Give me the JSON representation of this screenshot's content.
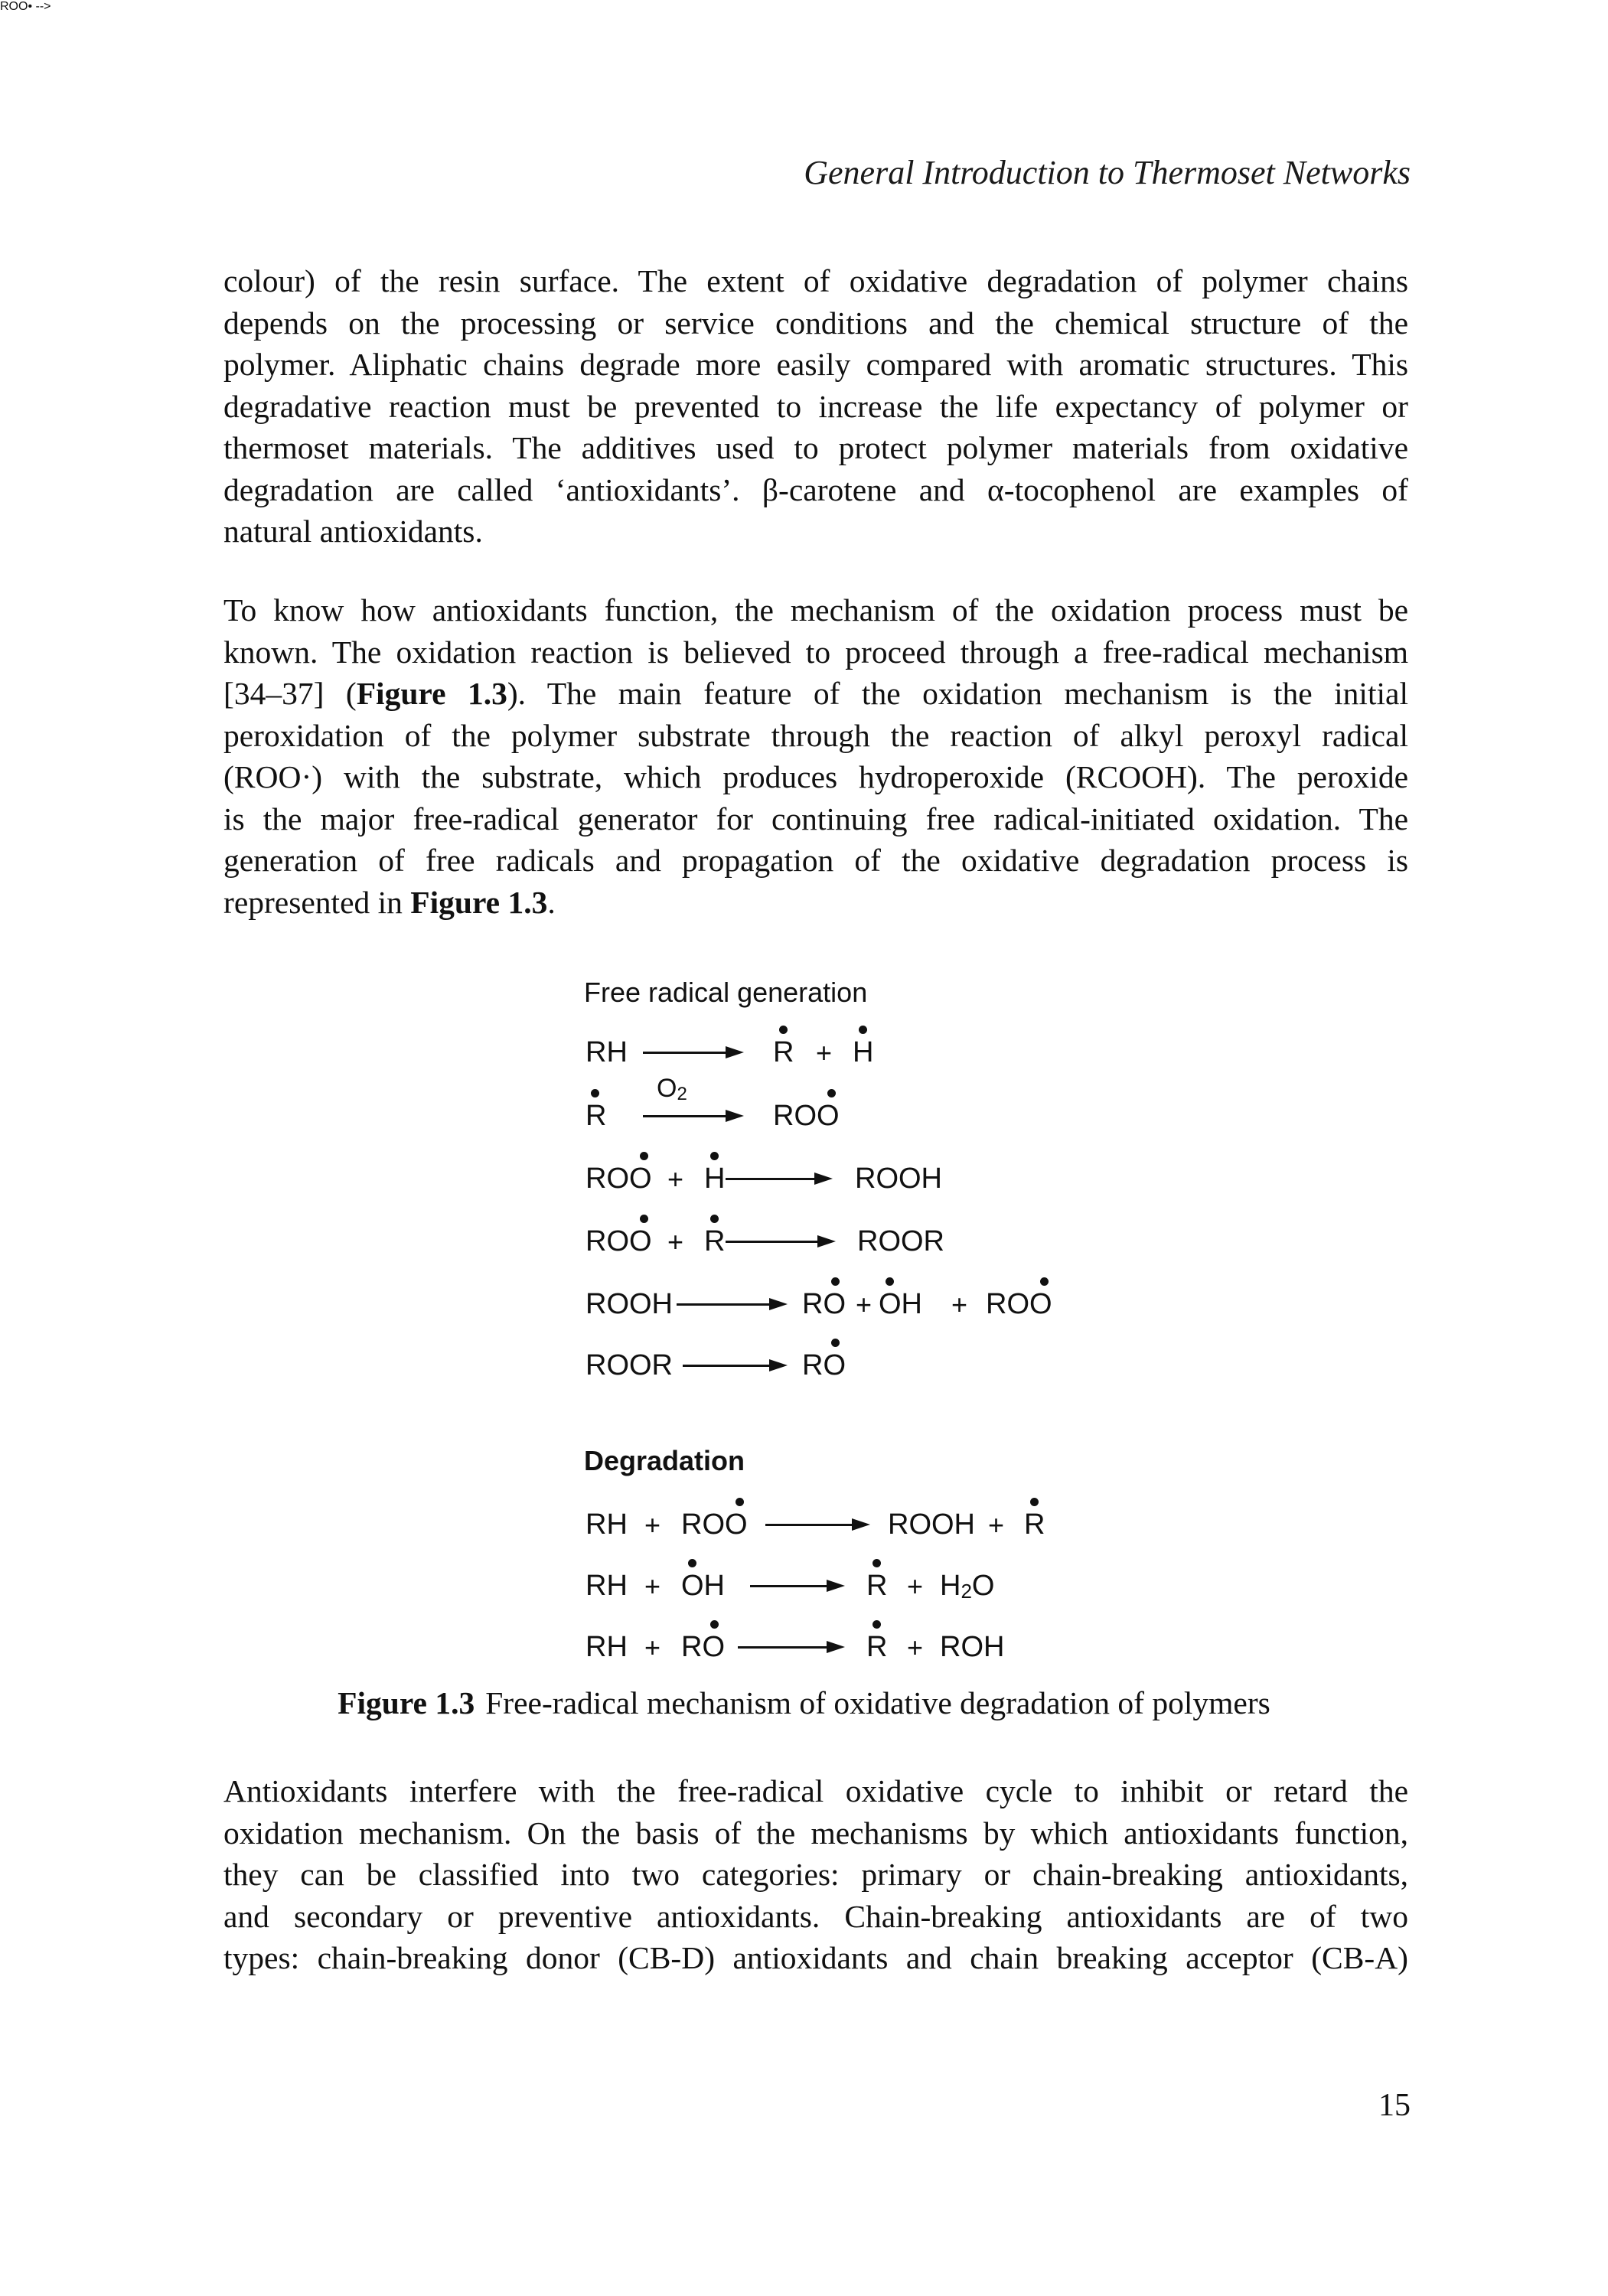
{
  "running_head": "General Introduction to Thermoset Networks",
  "paragraph_1": [
    "colour) of the resin surface. The extent of oxidative degradation of polymer chains",
    "depends on the processing or service conditions and the chemical structure of the",
    "polymer. Aliphatic chains degrade more easily compared with aromatic structures. This",
    "degradative reaction must be prevented to increase the life expectancy of polymer or",
    "thermoset materials. The additives used to protect polymer materials from oxidative",
    "degradation are called ‘antioxidants’. β-carotene and α-tocophenol are examples of",
    "natural antioxidants."
  ],
  "paragraph_2": {
    "l1": "To know how antioxidants function, the mechanism of the oxidation process must be",
    "l2": "known. The oxidation reaction is believed to proceed through a free-radical mechanism",
    "l3_before": "[34–37] (",
    "l3_ref": "Figure 1.3",
    "l3_after": "). The main feature of the oxidation mechanism is the initial",
    "l4": "peroxidation of the polymer substrate through the reaction of alkyl peroxyl radical",
    "l5": "(ROO·) with the substrate, which produces hydroperoxide (RCOOH). The peroxide",
    "l6": "is the major free-radical generator for continuing free radical-initiated oxidation. The",
    "l7": "generation of free radicals and propagation of the oxidative degradation process is",
    "l8_before": "represented in ",
    "l8_ref": "Figure 1.3",
    "l8_after": "."
  },
  "scheme": {
    "section_1_title": "Free radical generation",
    "section_2_title": "Degradation",
    "t": {
      "RH": "RH",
      "R": "R",
      "H": "H",
      "ROO": "ROO",
      "ROOH": "ROOH",
      "ROOR": "ROOR",
      "RO": "RO",
      "OH": "OH",
      "ROH": "ROH",
      "H2O_H": "H",
      "H2O_2": "2",
      "H2O_O": "O",
      "O2_O": "O",
      "O2_2": "2",
      "plus": "+"
    }
  },
  "caption": {
    "label": "Figure 1.3",
    "text": "Free-radical mechanism of oxidative degradation of polymers"
  },
  "paragraph_3": [
    "Antioxidants interfere with the free-radical oxidative cycle to inhibit or retard the",
    "oxidation mechanism. On the basis of the mechanisms by which antioxidants function,",
    "they can be classified into two categories: primary or chain-breaking antioxidants,",
    "and secondary or preventive antioxidants. Chain-breaking antioxidants are of two",
    "types: chain-breaking donor (CB-D) antioxidants and chain breaking acceptor (CB-A)"
  ],
  "page_number": "15"
}
